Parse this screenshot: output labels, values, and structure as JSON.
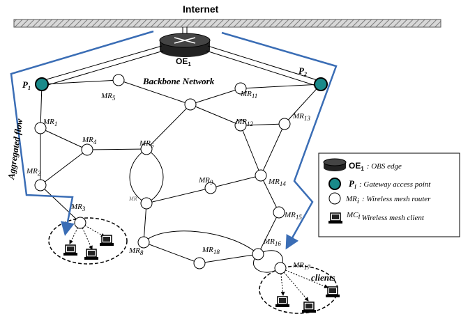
{
  "title": "Internet",
  "backbone_label": "Backbone Network",
  "aggregated_flow_label": "Aggregated flow",
  "clients_label": "clients",
  "obs_edge_label": "OE",
  "obs_edge_subscript": "1",
  "gateways": [
    {
      "id": "P1",
      "main": "P",
      "sub": "1"
    },
    {
      "id": "P2",
      "main": "P",
      "sub": "2"
    }
  ],
  "routers": [
    {
      "id": "MR1",
      "main": "MR",
      "sub": "1"
    },
    {
      "id": "MR2",
      "main": "MR",
      "sub": "2"
    },
    {
      "id": "MR3",
      "main": "MR",
      "sub": "3"
    },
    {
      "id": "MR4",
      "main": "MR",
      "sub": "4"
    },
    {
      "id": "MR5",
      "main": "MR",
      "sub": "5"
    },
    {
      "id": "MR6",
      "main": "MR",
      "sub": "6"
    },
    {
      "id": "MR7",
      "main": "MR",
      "sub": ""
    },
    {
      "id": "MR8",
      "main": "MR",
      "sub": "8"
    },
    {
      "id": "MR9",
      "main": "MR",
      "sub": "9"
    },
    {
      "id": "MR11",
      "main": "MR",
      "sub": "11"
    },
    {
      "id": "MR12",
      "main": "MR",
      "sub": "12"
    },
    {
      "id": "MR13",
      "main": "MR",
      "sub": "13"
    },
    {
      "id": "MR14",
      "main": "MR",
      "sub": "14"
    },
    {
      "id": "MR15",
      "main": "MR",
      "sub": "15"
    },
    {
      "id": "MR16",
      "main": "MR",
      "sub": "16"
    },
    {
      "id": "MR17",
      "main": "MR",
      "sub": "17"
    },
    {
      "id": "MR18",
      "main": "MR",
      "sub": "18"
    },
    {
      "id": "MRtop",
      "main": "",
      "sub": ""
    }
  ],
  "legend": {
    "obs_edge": {
      "main": "OE",
      "sub": "1",
      "desc": ": OBS edge"
    },
    "gateway": {
      "main": "P",
      "sub": "i",
      "desc": ": Gateway access point"
    },
    "router": {
      "main": "MR",
      "sub": "i",
      "desc": ": Wireless mesh router"
    },
    "client": {
      "main": "MC",
      "sub": "i",
      "desc": "Wireless mesh client"
    }
  },
  "colors": {
    "gateway_fill": "#1a8a8a",
    "flow_arrow": "#3a6db5",
    "internet_bar": "#c0c0c0"
  }
}
